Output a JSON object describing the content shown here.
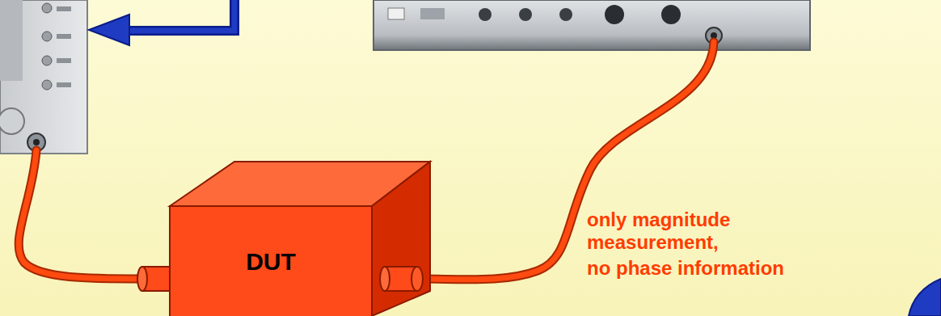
{
  "diagram": {
    "nodes": [
      {
        "text": [
          "DUT"
        ]
      }
    ],
    "labels": [
      "only magnitude measurement,",
      "no phase information"
    ]
  }
}
